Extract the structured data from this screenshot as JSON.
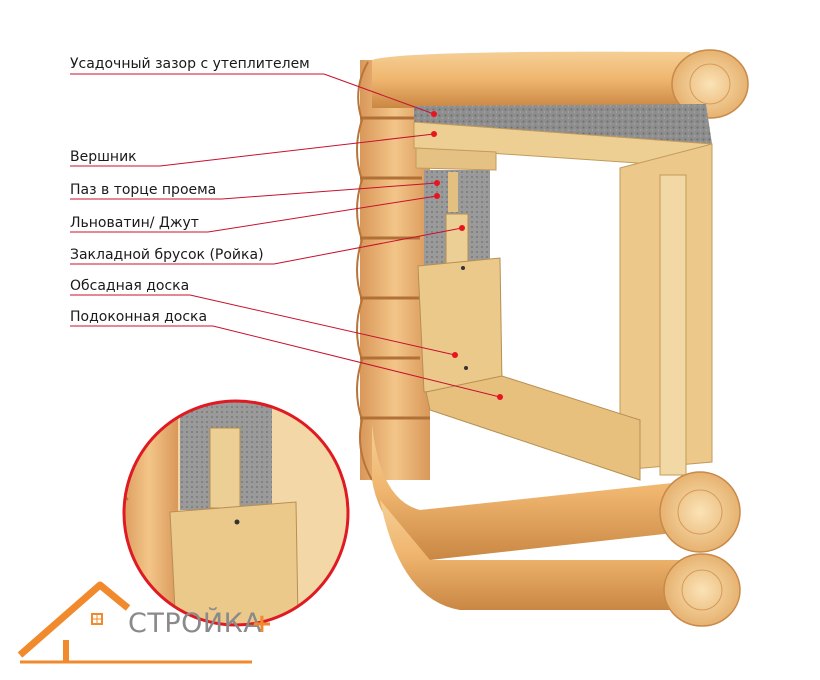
{
  "callouts": [
    {
      "id": "shrink-gap",
      "text": "Усадочный зазор с утеплителем"
    },
    {
      "id": "top-beam",
      "text": "Вершник"
    },
    {
      "id": "groove",
      "text": "Паз в торце проема"
    },
    {
      "id": "jute",
      "text": "Льноватин/ Джут"
    },
    {
      "id": "embedded-bar",
      "text": "Закладной брусок (Ройка)"
    },
    {
      "id": "casing-board",
      "text": "Обсадная доска"
    },
    {
      "id": "sill-board",
      "text": "Подоконная доска"
    }
  ],
  "logo": {
    "text": "СТРОЙКА",
    "plus": "+"
  },
  "colors": {
    "log_light": "#f2c07e",
    "log_dark": "#c98743",
    "board": "#eac98a",
    "insulation": "#8c8c8c",
    "leader_line": "#c8102e",
    "leader_dot": "#e8141e",
    "logo_orange": "#f08a2c",
    "logo_gray": "#8a8a8a"
  }
}
